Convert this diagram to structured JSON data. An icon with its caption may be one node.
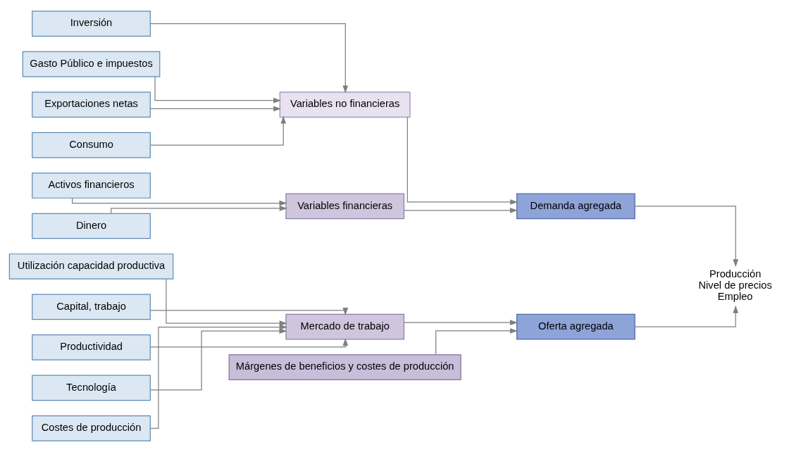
{
  "diagram": {
    "nodes": [
      {
        "text": [
          "Consumo"
        ]
      },
      {
        "text": [
          "Inversión"
        ]
      },
      {
        "text": [
          "Gasto Público e impuestos"
        ]
      },
      {
        "text": [
          "Exportaciones netas"
        ]
      },
      {
        "text": [
          "Variables no financieras"
        ]
      },
      {
        "text": [
          "Dinero"
        ]
      },
      {
        "text": [
          "Activos financieros"
        ]
      },
      {
        "text": [
          "Variables financieras"
        ]
      },
      {
        "text": [
          "Demanda agregada"
        ]
      },
      {
        "text": [
          "Costes de producción"
        ]
      },
      {
        "text": [
          "Utilización capacidad productiva"
        ]
      },
      {
        "text": [
          "Capital, trabajo"
        ]
      },
      {
        "text": [
          "Productividad"
        ]
      },
      {
        "text": [
          "Tecnología"
        ]
      },
      {
        "text": [
          "Márgenes de beneficios y costes de producción"
        ]
      },
      {
        "text": [
          "Mercado de trabajo"
        ]
      },
      {
        "text": [
          "Oferta agregada"
        ]
      },
      {
        "text": [
          "Producción",
          "Nivel de precios",
          "Empleo"
        ]
      }
    ],
    "edges": [
      {
        "from": 0,
        "to": 4,
        "arrow": "to"
      },
      {
        "from": 1,
        "to": 4,
        "arrow": "to"
      },
      {
        "from": 2,
        "to": 4,
        "arrow": "to"
      },
      {
        "from": 3,
        "to": 4,
        "arrow": "to"
      },
      {
        "from": 4,
        "to": 8,
        "arrow": "to"
      },
      {
        "from": 5,
        "to": 7,
        "arrow": "to"
      },
      {
        "from": 6,
        "to": 7,
        "arrow": "to"
      },
      {
        "from": 7,
        "to": 8,
        "arrow": "to"
      },
      {
        "from": 9,
        "to": 15,
        "arrow": "to"
      },
      {
        "from": 10,
        "to": 15,
        "arrow": "to"
      },
      {
        "from": 11,
        "to": 15,
        "arrow": "to"
      },
      {
        "from": 12,
        "to": 15,
        "arrow": "to"
      },
      {
        "from": 13,
        "to": 15,
        "arrow": "to"
      },
      {
        "from": 14,
        "to": 16,
        "arrow": "to"
      },
      {
        "from": 15,
        "to": 16,
        "arrow": "to"
      },
      {
        "from": 8,
        "to": 17,
        "arrow": "to"
      },
      {
        "from": 16,
        "to": 17,
        "arrow": "to"
      }
    ]
  }
}
